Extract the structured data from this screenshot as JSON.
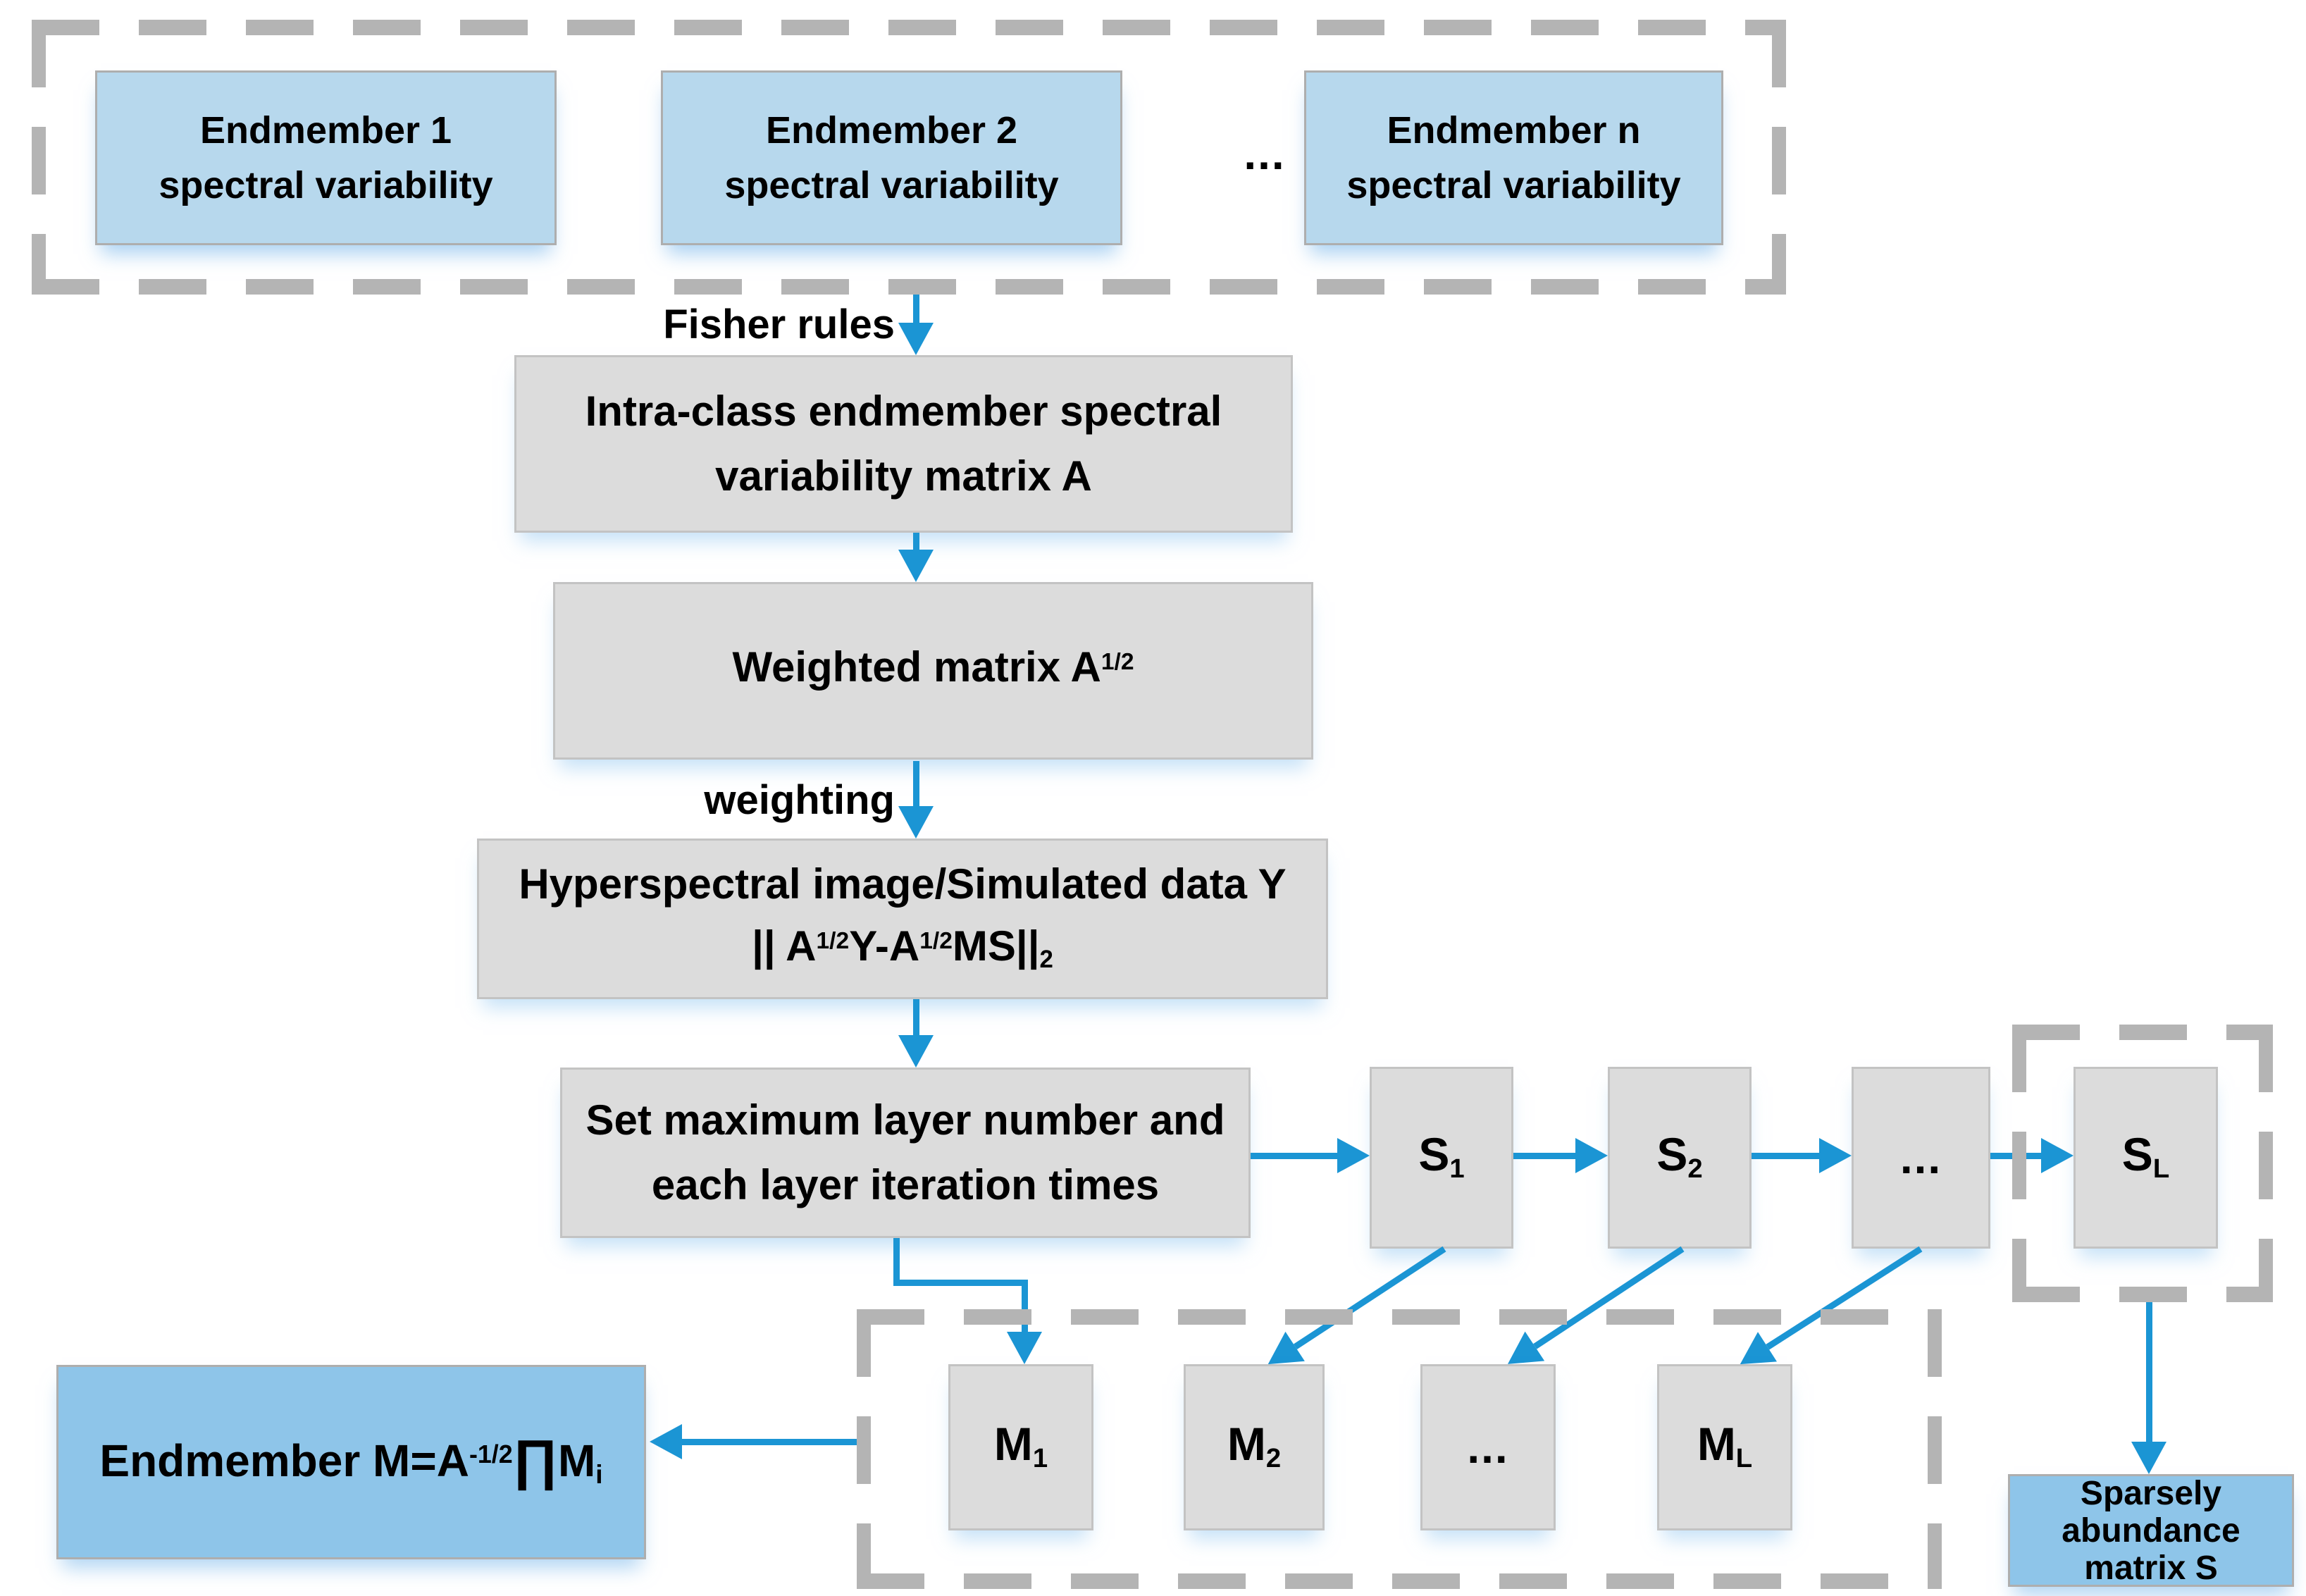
{
  "colors": {
    "arrow_blue": "#1b95d4",
    "light_blue_box": "#b7d8ed",
    "deep_blue_box": "#8ec5e9",
    "gray_box": "#dcdcdc",
    "dashed_border": "#b4b4b4"
  },
  "top_group": {
    "ellipsis": "...",
    "boxes": [
      {
        "line1": "Endmember 1",
        "line2": "spectral variability"
      },
      {
        "line1": "Endmember 2",
        "line2": "spectral variability"
      },
      {
        "line1": "Endmember n",
        "line2": "spectral variability"
      }
    ]
  },
  "labels": {
    "fisher_rules": "Fisher rules",
    "weighting": "weighting"
  },
  "intra_box": {
    "line1": "Intra-class endmember spectral",
    "line2_pre": "variability matrix ",
    "matrix": "A"
  },
  "weighted_box": {
    "pre": "Weighted matrix ",
    "matrix": "A",
    "sup": "1/2"
  },
  "hyper_box": {
    "line1_pre": "Hyperspectral image/Simulated data ",
    "line1_matrix": "Y",
    "norm_p1": "|| A",
    "norm_sup1": "1/2",
    "norm_p2": "Y-A",
    "norm_sup2": "1/2",
    "norm_p3": "MS||",
    "norm_sub": "2"
  },
  "set_box": {
    "line1": "Set maximum layer number and",
    "line2": "each layer iteration times"
  },
  "s_row": {
    "s1": {
      "base": "S",
      "sub": "1"
    },
    "s2": {
      "base": "S",
      "sub": "2"
    },
    "dots": "...",
    "sl": {
      "base": "S",
      "sub": "L"
    }
  },
  "m_row": {
    "m1": {
      "base": "M",
      "sub": "1"
    },
    "m2": {
      "base": "M",
      "sub": "2"
    },
    "dots": "...",
    "ml": {
      "base": "M",
      "sub": "L"
    }
  },
  "endmember_box": {
    "pre": "Endmember ",
    "m": "M",
    "eq": "=",
    "a": "A",
    "sup": "-1/2",
    "prod": "∏",
    "mi_base": "M",
    "mi_sub": "i"
  },
  "abundance_box": {
    "line1": "Sparsely",
    "line2": "abundance",
    "line3_pre": "matrix ",
    "matrix": "S"
  }
}
